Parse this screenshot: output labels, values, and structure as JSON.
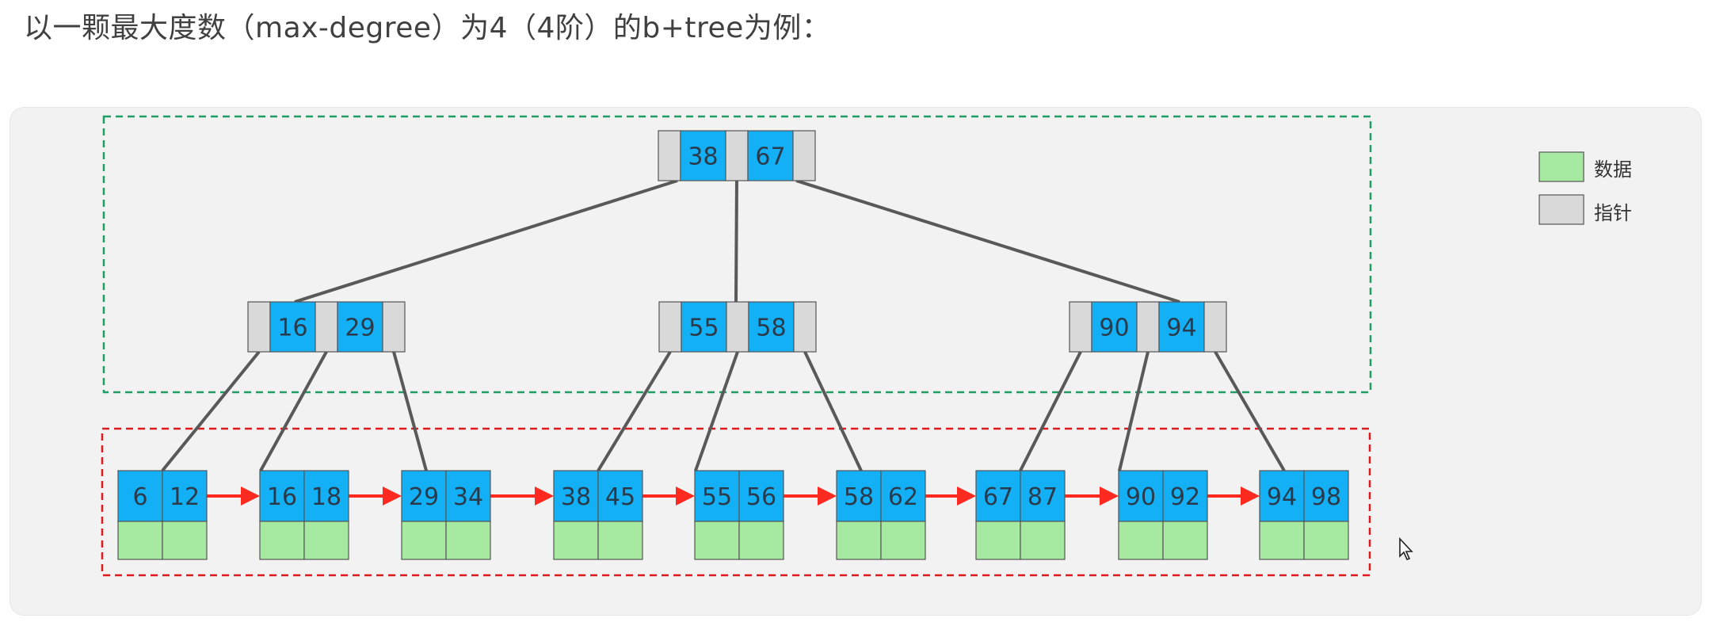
{
  "title": "以一颗最大度数（max-degree）为4（4阶）的b+tree为例：",
  "legend": {
    "data_label": "数据",
    "pointer_label": "指针"
  },
  "colors": {
    "key": "#13b0f5",
    "pointer": "#d9d9d9",
    "data": "#a5eaa0",
    "edge": "#595959",
    "leaf_link": "#ff2a1f",
    "non_leaf_border": "#1f9d62",
    "leaf_border": "#e0191f"
  },
  "tree": {
    "root": [
      "38",
      "67"
    ],
    "internal": [
      [
        "16",
        "29"
      ],
      [
        "55",
        "58"
      ],
      [
        "90",
        "94"
      ]
    ],
    "leaves": [
      [
        "6",
        "12"
      ],
      [
        "16",
        "18"
      ],
      [
        "29",
        "34"
      ],
      [
        "38",
        "45"
      ],
      [
        "55",
        "56"
      ],
      [
        "58",
        "62"
      ],
      [
        "67",
        "87"
      ],
      [
        "90",
        "92"
      ],
      [
        "94",
        "98"
      ]
    ]
  }
}
